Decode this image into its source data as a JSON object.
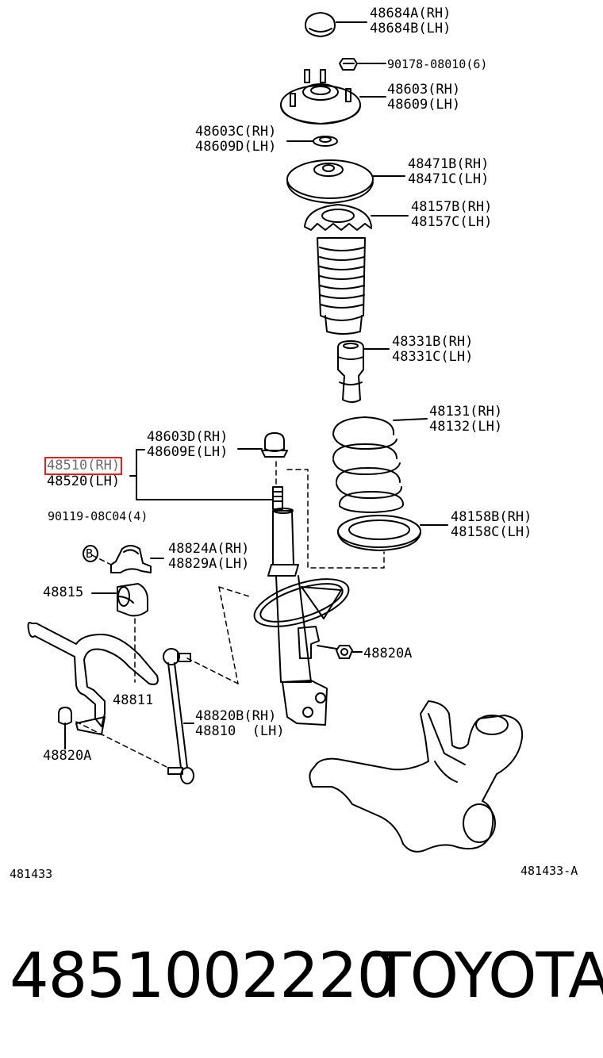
{
  "parts": {
    "cap": [
      "48684A(RH)",
      "48684B(LH)"
    ],
    "mount_nut": "90178-08010(6)",
    "support": [
      "48603(RH)",
      "48609(LH)"
    ],
    "spacer": [
      "48603C(RH)",
      "48609D(LH)"
    ],
    "upper_seat": [
      "48471B(RH)",
      "48471C(LH)"
    ],
    "insulator_boot": [
      "48157B(RH)",
      "48157C(LH)"
    ],
    "bump_stopper": [
      "48331B(RH)",
      "48331C(LH)"
    ],
    "coil_spring": [
      "48131(RH)",
      "48132(LH)"
    ],
    "lower_insulator": [
      "48158B(RH)",
      "48158C(LH)"
    ],
    "strut_nut": [
      "48603D(RH)",
      "48609E(LH)"
    ],
    "shock_absorber": [
      "48510(RH)",
      "48520(LH)"
    ],
    "bracket_bolt": "90119-08C04(4)",
    "bolt_marker": "B",
    "stabilizer_bracket": [
      "48824A(RH)",
      "48829A(LH)"
    ],
    "bushing": "48815",
    "stabilizer_bar": "48811",
    "knuckle_nut_right": "48820A",
    "link": [
      "48820B(RH)",
      "48810  (LH)"
    ],
    "stabilizer_nut_left": "48820A"
  },
  "ref_left": "481433",
  "ref_right": "481433-A",
  "footer": {
    "part_number": "4851002220",
    "brand": "TOYOTA"
  },
  "colors": {
    "line": "#000000",
    "highlight_box": "#e0201b",
    "highlight_text": "#6d6d6d"
  }
}
